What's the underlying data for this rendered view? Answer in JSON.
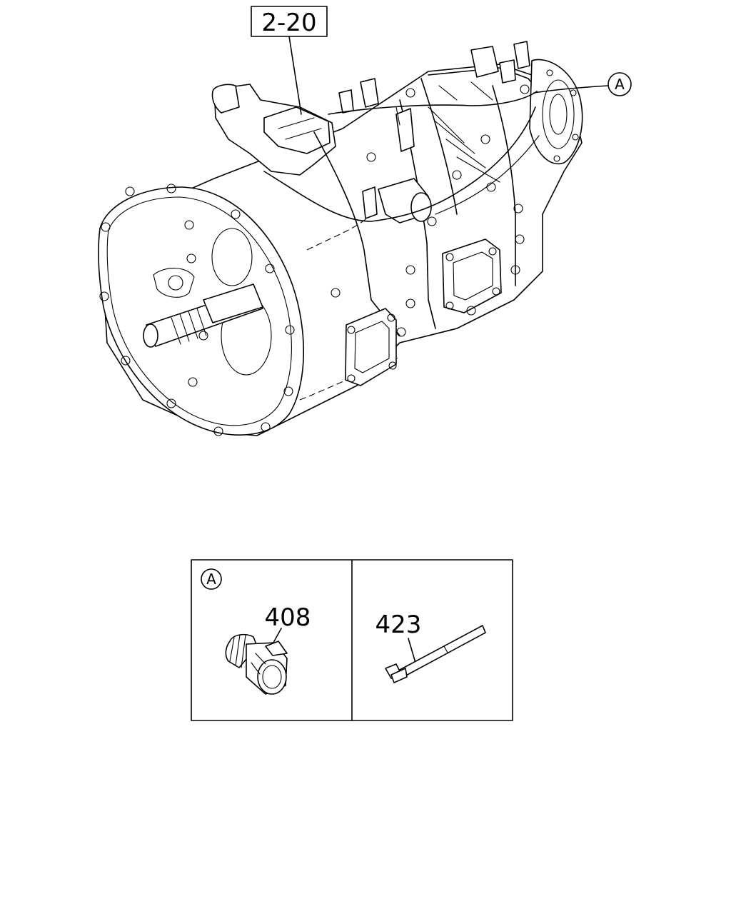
{
  "callouts": {
    "assembly_ref": "2-20",
    "detail_marker": "A"
  },
  "detail_panel": {
    "marker": "A",
    "left_part_number": "408",
    "right_part_number": "423"
  },
  "colors": {
    "line": "#000000",
    "background": "#ffffff"
  }
}
